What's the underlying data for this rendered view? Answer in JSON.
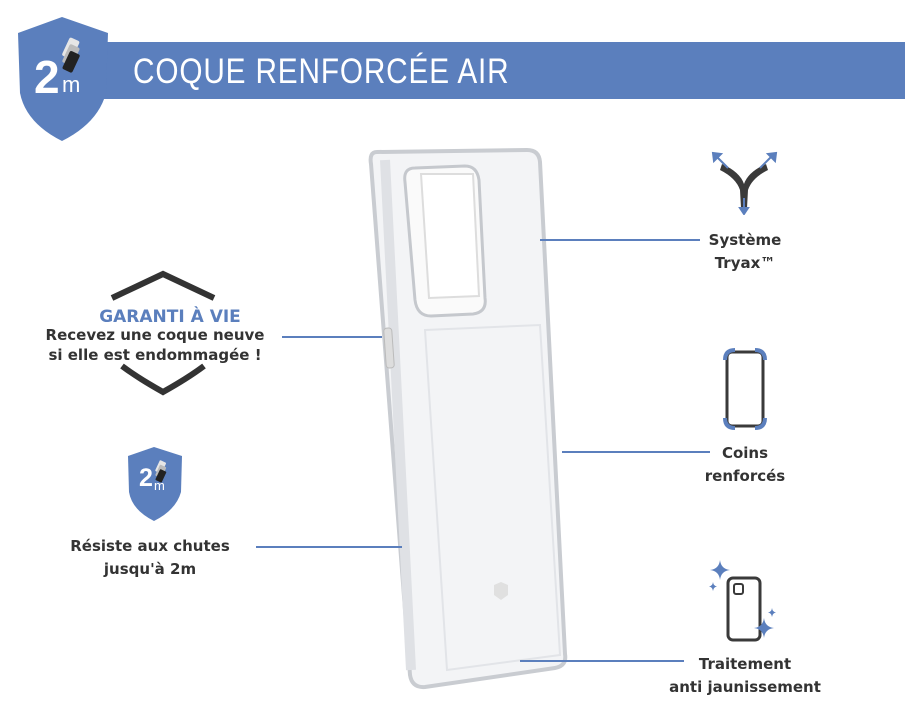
{
  "header": {
    "badge_number": "2",
    "badge_unit": "m",
    "title": "COQUE RENFORCÉE AIR"
  },
  "features": {
    "guarantee": {
      "title": "GARANTI À VIE",
      "line1": "Recevez une coque neuve",
      "line2": "si elle est endommagée !"
    },
    "drop": {
      "badge_number": "2",
      "badge_unit": "m",
      "line1": "Résiste aux chutes",
      "line2": "jusqu'à 2m"
    },
    "tryax": {
      "line1": "Système",
      "line2": "Tryax™"
    },
    "corners": {
      "line1": "Coins",
      "line2": "renforcés"
    },
    "yellowing": {
      "line1": "Traitement",
      "line2": "anti jaunissement"
    }
  },
  "colors": {
    "accent": "#5b7fbd",
    "text": "#333333"
  }
}
